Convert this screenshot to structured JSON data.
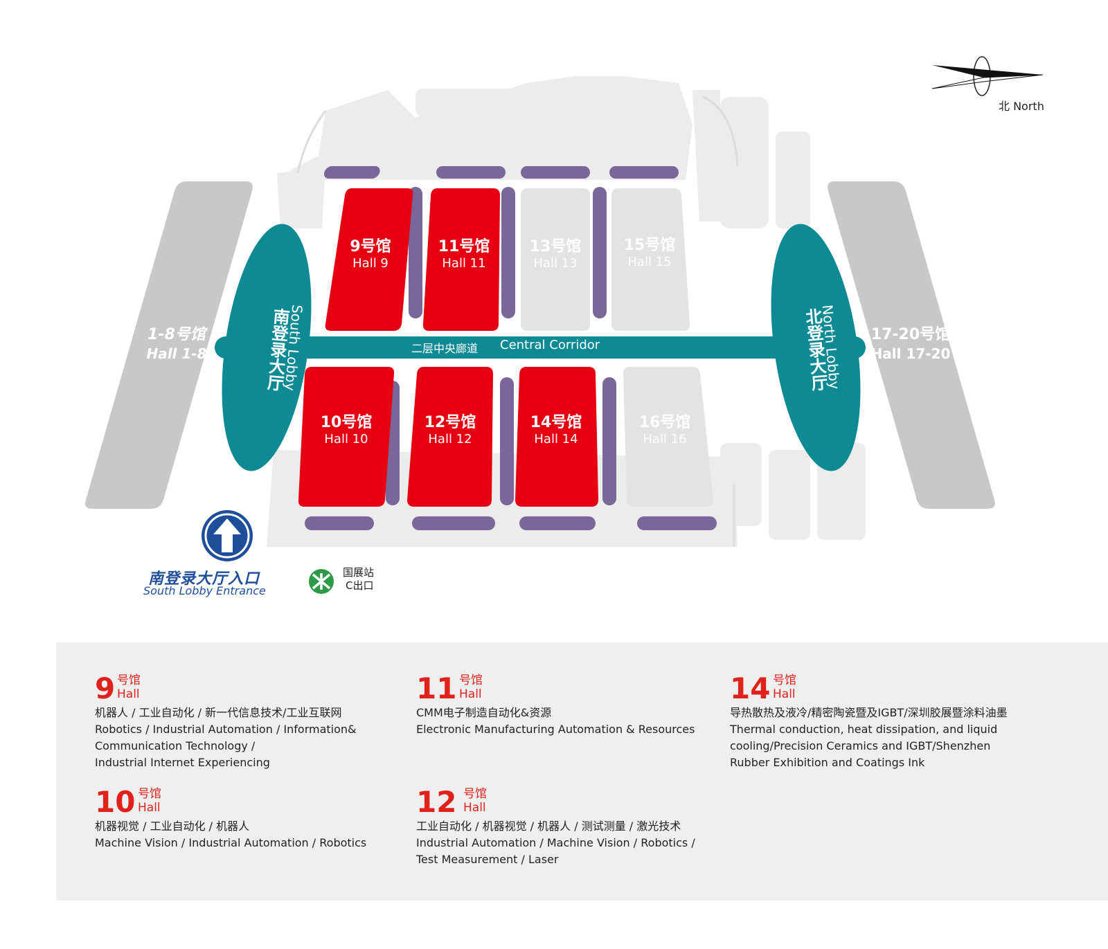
{
  "colors": {
    "exhibit_hall": "#e60012",
    "other_hall": "#e3e3e3",
    "side_hall": "#c8c8c8",
    "lobby": "#0e8a94",
    "corridor_strip": "#7a6699",
    "entrance_blue": "#1f4e9b",
    "metro_green": "#2e9a48",
    "legend_bg": "#efefef",
    "legend_accent": "#e0211c"
  },
  "compass": {
    "label": "北 North",
    "icon": "north-arrow-icon"
  },
  "halls": {
    "h9": {
      "zh": "9号馆",
      "en": "Hall 9",
      "highlighted": true
    },
    "h11": {
      "zh": "11号馆",
      "en": "Hall 11",
      "highlighted": true
    },
    "h13": {
      "zh": "13号馆",
      "en": "Hall 13",
      "highlighted": false
    },
    "h15": {
      "zh": "15号馆",
      "en": "Hall 15",
      "highlighted": false
    },
    "h10": {
      "zh": "10号馆",
      "en": "Hall 10",
      "highlighted": true
    },
    "h12": {
      "zh": "12号馆",
      "en": "Hall 12",
      "highlighted": true
    },
    "h14": {
      "zh": "14号馆",
      "en": "Hall 14",
      "highlighted": true
    },
    "h16": {
      "zh": "16号馆",
      "en": "Hall 16",
      "highlighted": false
    }
  },
  "side_halls": {
    "left": {
      "zh": "1-8号馆",
      "en": "Hall  1-8"
    },
    "right": {
      "zh": "17-20号馆",
      "en": "Hall 17-20"
    }
  },
  "lobbies": {
    "south": {
      "zh": "南登录大厅",
      "en": "South Lobby"
    },
    "north": {
      "zh": "北登录大厅",
      "en": "North Lobby"
    }
  },
  "corridor": {
    "zh": "二层中央廊道",
    "en": "Central Corridor"
  },
  "entrance": {
    "zh": "南登录大厅入口",
    "en": "South Lobby Entrance",
    "icon": "up-arrow-icon"
  },
  "metro": {
    "line1": "国展站",
    "line2": "C出口",
    "icon": "metro-logo-icon"
  },
  "legend": {
    "items": [
      {
        "num": "9",
        "hao": "号馆",
        "hall": "Hall",
        "lines": [
          "机器人 / 工业自动化 / 新一代信息技术/工业互联网",
          "Robotics / Industrial Automation / Information&",
          "Communication Technology /",
          "Industrial Internet Experiencing"
        ]
      },
      {
        "num": "11",
        "hao": "号馆",
        "hall": "Hall",
        "lines": [
          "CMM电子制造自动化&资源",
          "Electronic Manufacturing Automation & Resources"
        ]
      },
      {
        "num": "14",
        "hao": "号馆",
        "hall": "Hall",
        "lines": [
          "导热散热及液冷/精密陶瓷暨及IGBT/深圳胶展暨涂料油墨",
          "Thermal conduction, heat dissipation, and liquid",
          "cooling/Precision Ceramics and IGBT/Shenzhen",
          "Rubber Exhibition and Coatings Ink"
        ]
      },
      {
        "num": "10",
        "hao": "号馆",
        "hall": "Hall",
        "lines": [
          "机器视觉 / 工业自动化 / 机器人",
          "Machine Vision / Industrial Automation / Robotics"
        ]
      },
      {
        "num": "12",
        "hao": "号馆",
        "hall": "Hall",
        "lines": [
          "工业自动化 / 机器视觉 / 机器人 / 测试测量 / 激光技术",
          "Industrial Automation / Machine Vision / Robotics /",
          "Test Measurement / Laser"
        ]
      }
    ]
  }
}
